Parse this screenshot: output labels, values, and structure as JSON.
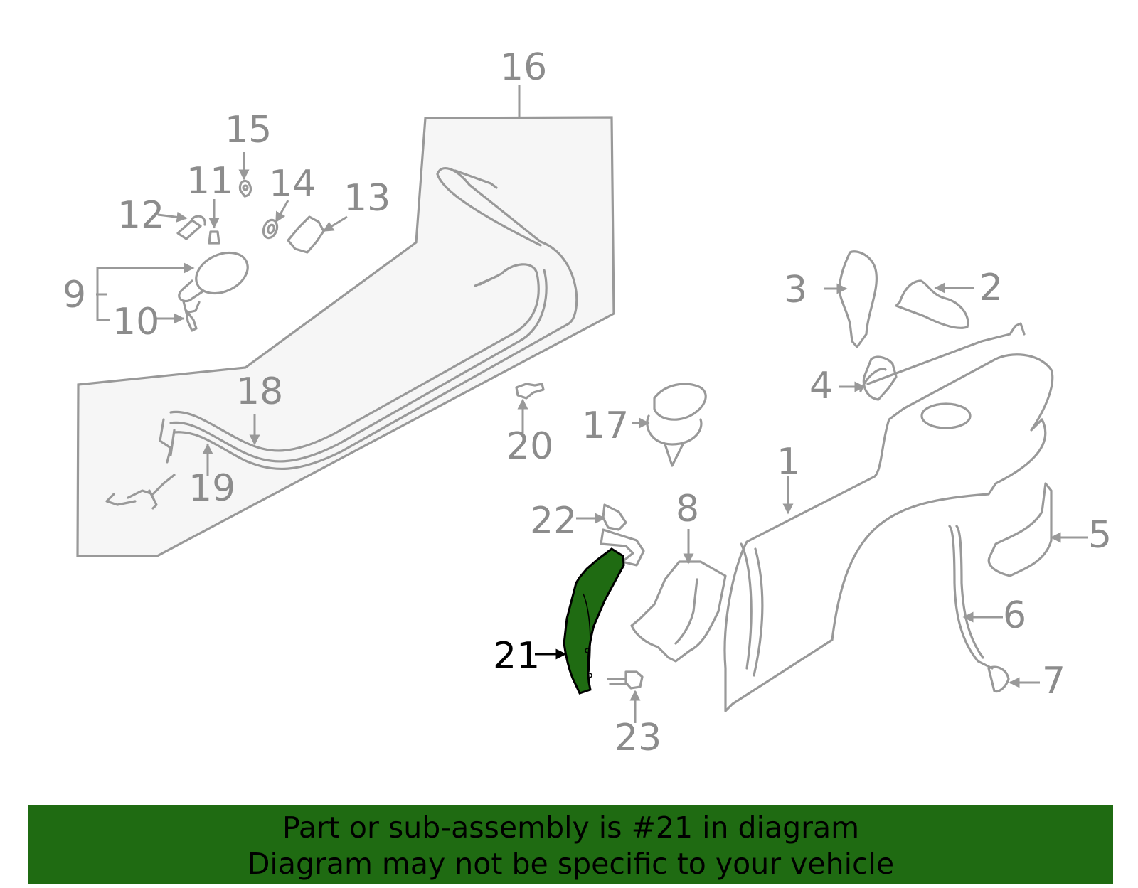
{
  "diagram": {
    "callouts": [
      "1",
      "2",
      "3",
      "4",
      "5",
      "6",
      "7",
      "8",
      "9",
      "10",
      "11",
      "12",
      "13",
      "14",
      "15",
      "16",
      "17",
      "18",
      "19",
      "20",
      "21",
      "22",
      "23"
    ],
    "highlighted_part": "21",
    "colors": {
      "highlight": "#1f6b12",
      "line_art": "#999999",
      "panel": "#f6f6f6",
      "banner": "#1f6b12"
    }
  },
  "footer": {
    "line1": "Part or sub-assembly is #21 in diagram",
    "line2": "Diagram may not be specific to your vehicle"
  }
}
